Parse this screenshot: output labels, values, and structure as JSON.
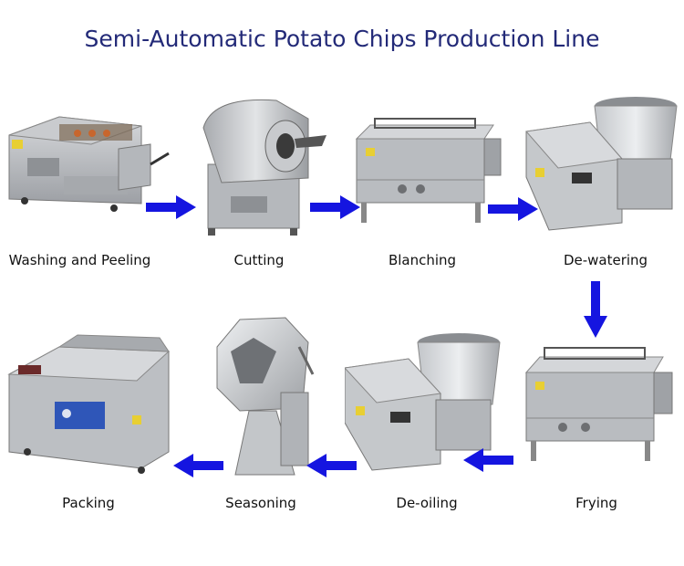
{
  "title": "Semi-Automatic Potato Chips Production Line",
  "colors": {
    "title": "#232a78",
    "arrow": "#1515e0",
    "steel": "#b9bcc0"
  },
  "steps": [
    {
      "label": "Washing and Peeling",
      "icon": "washing-peeling-machine"
    },
    {
      "label": "Cutting",
      "icon": "cutting-machine"
    },
    {
      "label": "Blanching",
      "icon": "blanching-machine"
    },
    {
      "label": "De-watering",
      "icon": "dewatering-machine"
    },
    {
      "label": "Frying",
      "icon": "frying-machine"
    },
    {
      "label": "De-oiling",
      "icon": "deoiling-machine"
    },
    {
      "label": "Seasoning",
      "icon": "seasoning-machine"
    },
    {
      "label": "Packing",
      "icon": "packing-machine"
    }
  ],
  "arrows": [
    "right",
    "right",
    "right",
    "down",
    "left",
    "left",
    "left"
  ]
}
